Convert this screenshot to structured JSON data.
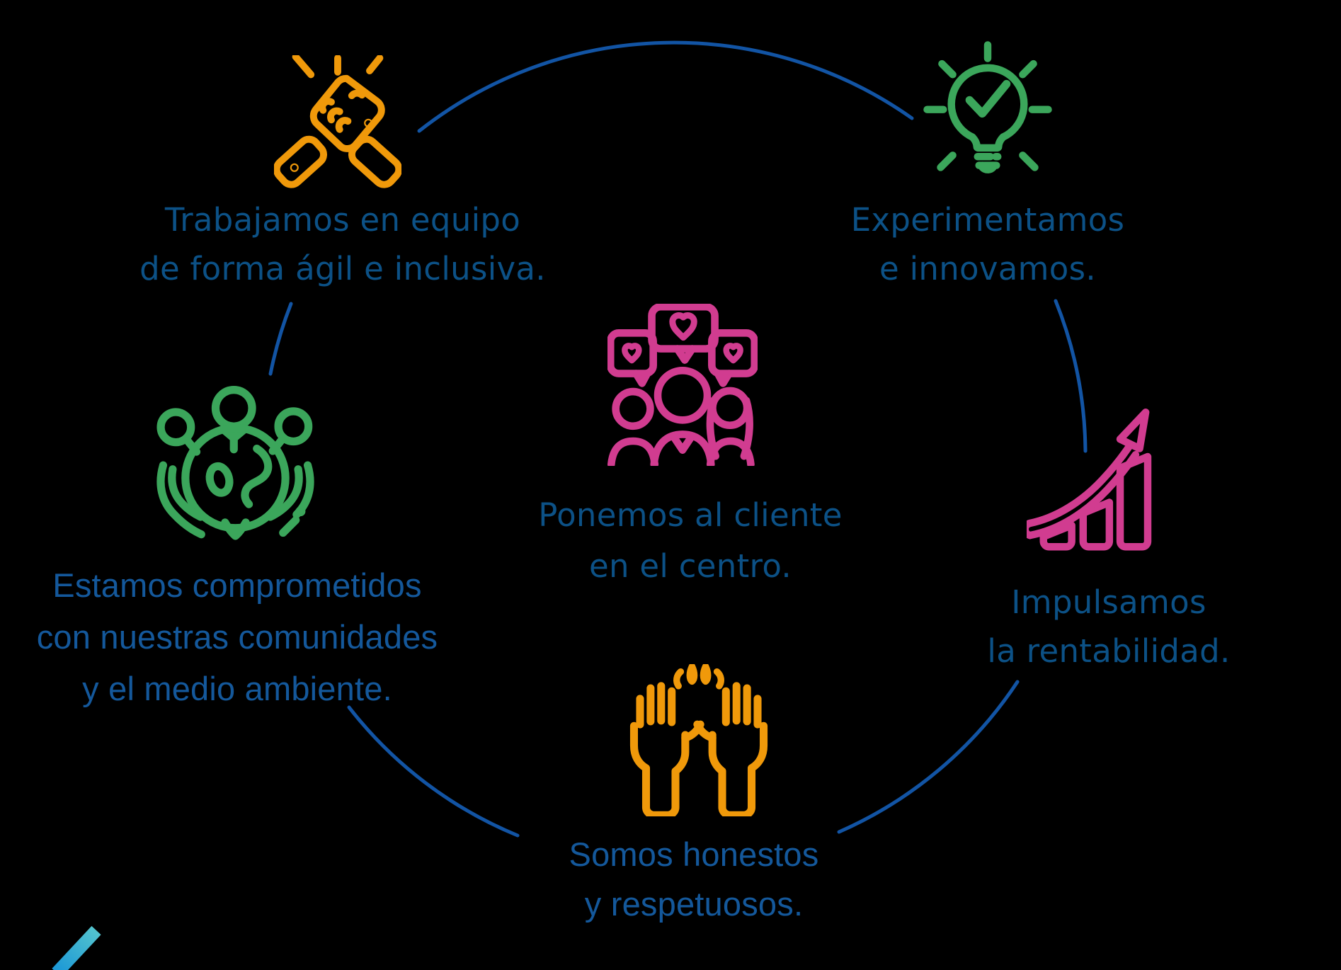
{
  "diagram": {
    "type": "values-circle-infographic",
    "language": "es"
  },
  "colors": {
    "background": "#000000",
    "orange": "#F0990A",
    "green": "#3BA65B",
    "pink": "#D13C90",
    "arc_blue": "#1254A4",
    "heading_blue": "#0C5186",
    "body_blue": "#14589B",
    "corner_gradient_top": "#55C5CE",
    "corner_gradient_bottom": "#1D99D6"
  },
  "values": [
    {
      "id": "teamwork",
      "icon": "fist-bump-icon",
      "icon_color": "#F0990A",
      "lines": [
        "Trabajamos en equipo",
        "de forma ágil e inclusiva."
      ]
    },
    {
      "id": "innovation",
      "icon": "lightbulb-check-icon",
      "icon_color": "#3BA65B",
      "lines": [
        "Experimentamos",
        "e innovamos."
      ]
    },
    {
      "id": "client-centric",
      "icon": "people-hearts-icon",
      "icon_color": "#D13C90",
      "lines": [
        "Ponemos al cliente",
        "en el centro."
      ]
    },
    {
      "id": "community",
      "icon": "earth-in-hands-icon",
      "icon_color": "#3BA65B",
      "lines": [
        "Estamos comprometidos",
        "con nuestras comunidades",
        "y el medio ambiente."
      ]
    },
    {
      "id": "profitability",
      "icon": "growth-chart-icon",
      "icon_color": "#D13C90",
      "lines": [
        "Impulsamos",
        "la rentabilidad."
      ]
    },
    {
      "id": "honesty",
      "icon": "raised-hands-icon",
      "icon_color": "#F0990A",
      "lines": [
        "Somos honestos",
        "y respetuosos."
      ]
    }
  ]
}
